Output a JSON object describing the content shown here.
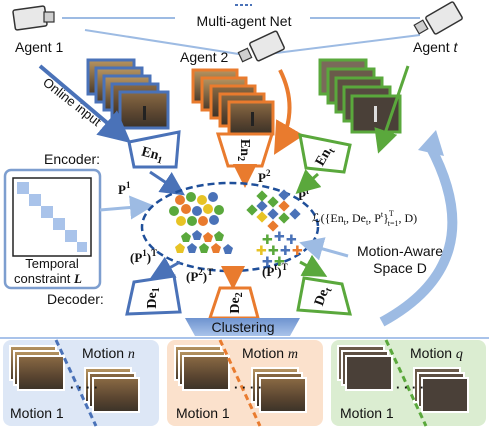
{
  "title": "Multi-agent Net",
  "agents": [
    {
      "label": "Agent 1",
      "encoder": "En",
      "encoder_sub": "1",
      "proj": "P",
      "proj_sup": "1",
      "decoder": "De",
      "decoder_sub": "1",
      "proj_t": "(P",
      "proj_t_sup": "1",
      "proj_t_end": ")",
      "proj_t_T": "T",
      "color": "#4a72b8"
    },
    {
      "label": "Agent 2",
      "encoder": "En",
      "encoder_sub": "2",
      "proj": "P",
      "proj_sup": "2",
      "decoder": "De",
      "decoder_sub": "2",
      "proj_t": "(P",
      "proj_t_sup": "2",
      "proj_t_end": ")",
      "proj_t_T": "T",
      "color": "#e97b2e"
    },
    {
      "label": "Agent",
      "label_italic": "t",
      "encoder": "En",
      "encoder_sub": "t",
      "proj": "P",
      "proj_sup": "t",
      "decoder": "De",
      "decoder_sub": "t",
      "proj_t": "(P",
      "proj_t_sup": "t",
      "proj_t_end": ")",
      "proj_t_T": "T",
      "color": "#5aa83c"
    }
  ],
  "labels": {
    "online_input": "Online input",
    "encoder": "Encoder:",
    "decoder": "Decoder:",
    "temporal_line1": "Temporal",
    "temporal_line2": "constraint",
    "temporal_symbol": "L",
    "loss": "ℒ({En",
    "loss_rest": ", De",
    "loss_rest2": ", P",
    "loss_end": "}",
    "loss_range": "T",
    "loss_t1": "t=1",
    "loss_d": ", D)",
    "motion_space_line1": "Motion-Aware",
    "motion_space_line2": "Space D",
    "clustering": "Clustering"
  },
  "panels": [
    {
      "bottom_label": "Motion 1",
      "top_label": "Motion",
      "top_var": "n",
      "color": "#4a72b8",
      "bg": "#dde7f6"
    },
    {
      "bottom_label": "Motion 1",
      "top_label": "Motion",
      "top_var": "m",
      "color": "#e97b2e",
      "bg": "#fbe1cc"
    },
    {
      "bottom_label": "Motion 1",
      "top_label": "Motion",
      "top_var": "q",
      "color": "#5aa83c",
      "bg": "#dbedd1"
    }
  ],
  "dots": "· · · ·",
  "colors": {
    "blue": "#4a72b8",
    "orange": "#e97b2e",
    "green": "#5aa83c",
    "light_blue": "#9dbbe3",
    "dashed_space": "#1f4f9a"
  }
}
